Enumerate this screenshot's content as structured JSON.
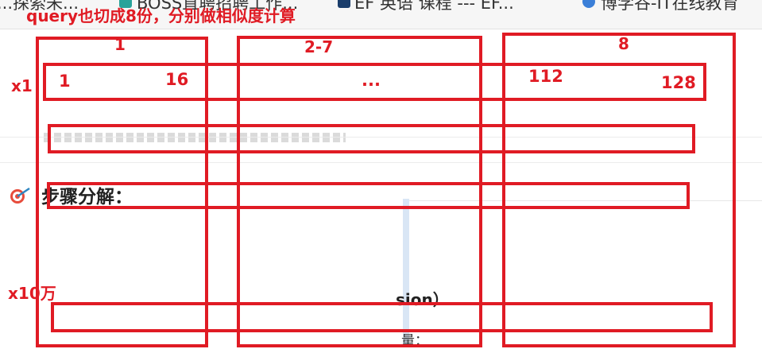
{
  "browser_bookmarks": [
    {
      "label": "...探索未...",
      "icon": "bookmark-icon"
    },
    {
      "label": "BOSS直聘招聘工作...",
      "icon": "boss-logo-icon"
    },
    {
      "label": "EF 英语 课程 --- EF...",
      "icon": "ef-logo-icon"
    },
    {
      "label": "博学谷-IT在线教育",
      "icon": "boxuegu-logo-icon"
    }
  ],
  "page": {
    "heading": "步骤分解：",
    "heading_icon": "target-icon",
    "fragment_1": "sion）",
    "fragment_2": "量："
  },
  "annotations": {
    "title": "query也切成8份，分别做相似度计算",
    "column_labels": [
      "1",
      "2-7",
      "8"
    ],
    "row_1_label": "x1",
    "row_n_label": "x10万",
    "col1_start": "1",
    "col1_end": "16",
    "middle": "...",
    "col8_start": "112",
    "col8_end": "128",
    "color": "#e01b24"
  }
}
